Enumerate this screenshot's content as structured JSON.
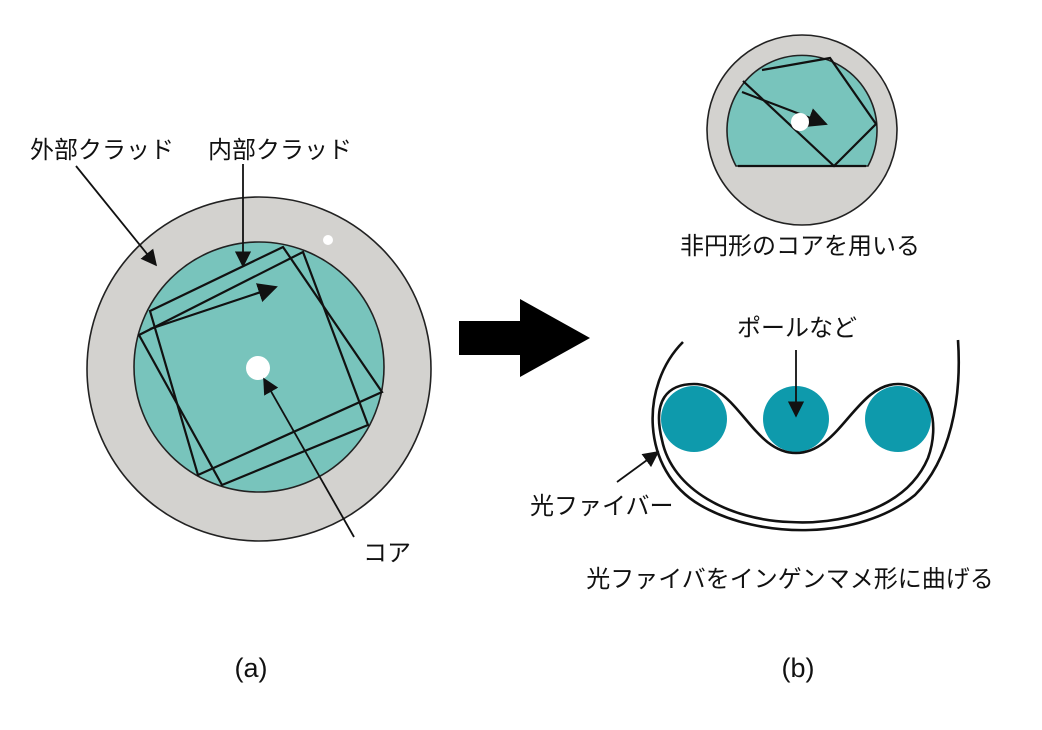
{
  "colors": {
    "outer_cladding": "#d3d2cf",
    "inner_cladding": "#78c4bc",
    "core": "#ffffff",
    "pole": "#0e9aac",
    "arrow": "#000000"
  },
  "panel_a": {
    "outer_cladding_label": "外部クラッド",
    "inner_cladding_label": "内部クラッド",
    "core_label": "コア",
    "caption": "(a)"
  },
  "panel_b": {
    "non_circular_core_label": "非円形のコアを用いる",
    "poles_label": "ポールなど",
    "fiber_label": "光ファイバー",
    "bend_label": "光ファイバをインゲンマメ形に曲げる",
    "caption": "(b)"
  },
  "icons": {
    "transition": "right-arrow-icon"
  }
}
